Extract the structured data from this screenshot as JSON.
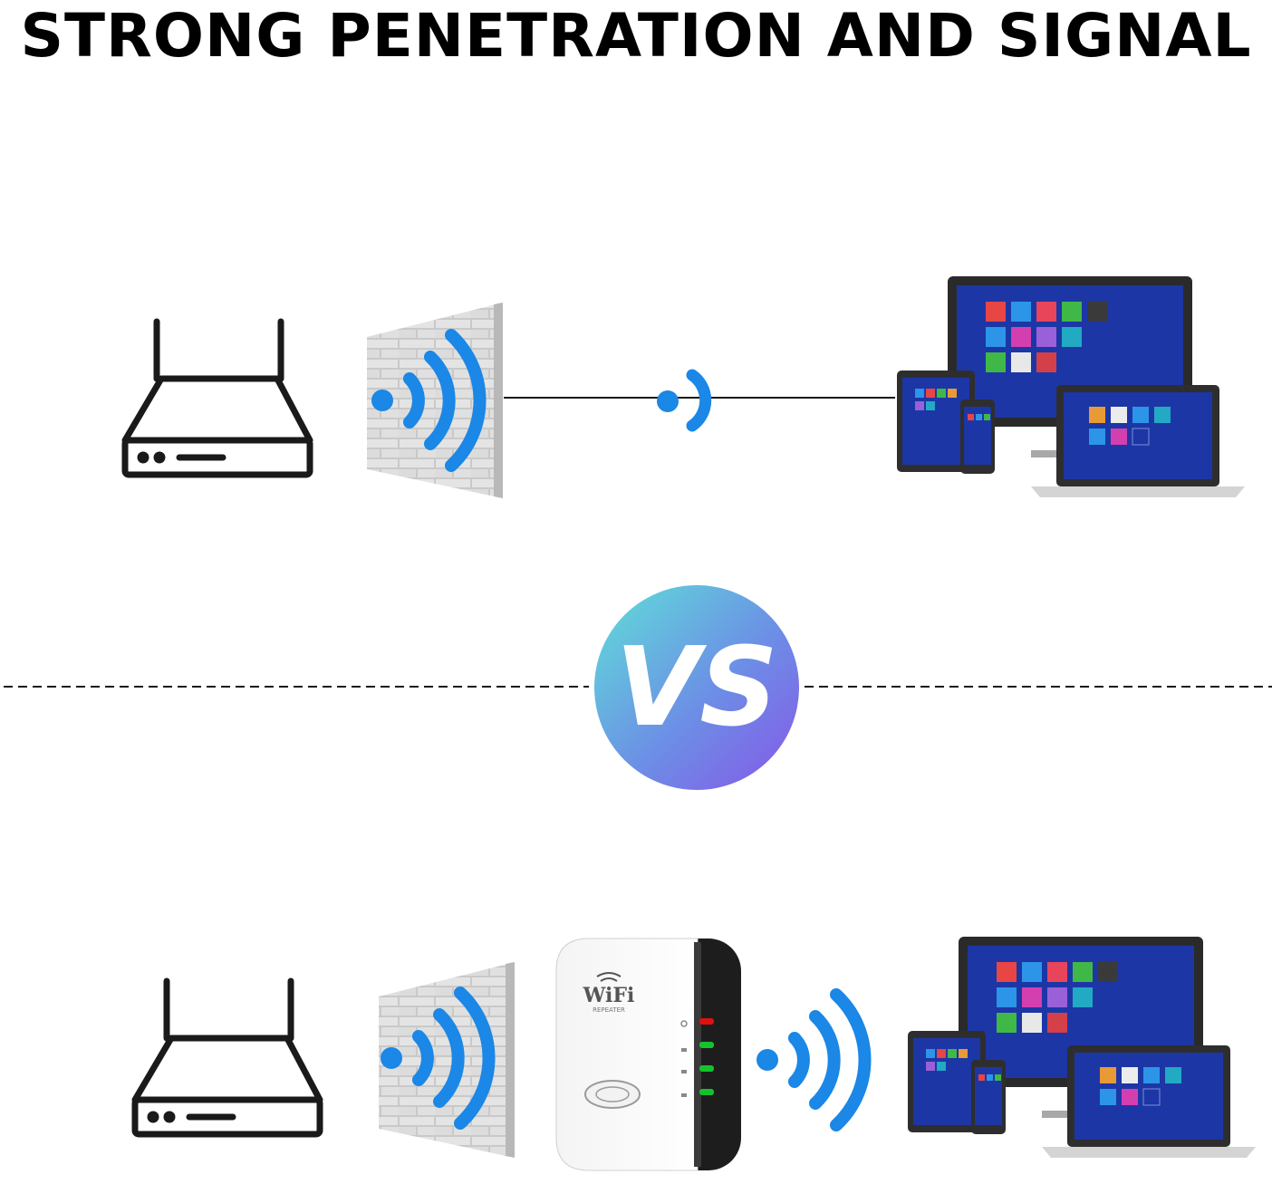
{
  "heading": "STRONG PENETRATION AND SIGNAL",
  "vs_badge": "VS",
  "repeater": {
    "logo_text": "WiFi",
    "sub_label": "REPEATER"
  },
  "colors": {
    "signal_blue": "#1b87e6",
    "tile_blue": "#1d36a6",
    "vs_gradient_start": "#5fe0d8",
    "vs_gradient_end": "#8656e8",
    "led_red": "#e01010",
    "led_green": "#15c22e"
  },
  "icons": {
    "router": "router-icon",
    "wall": "brick-wall",
    "signal": "wifi-signal-waves",
    "devices": "device-group-monitor-tablet-phone-laptop"
  }
}
